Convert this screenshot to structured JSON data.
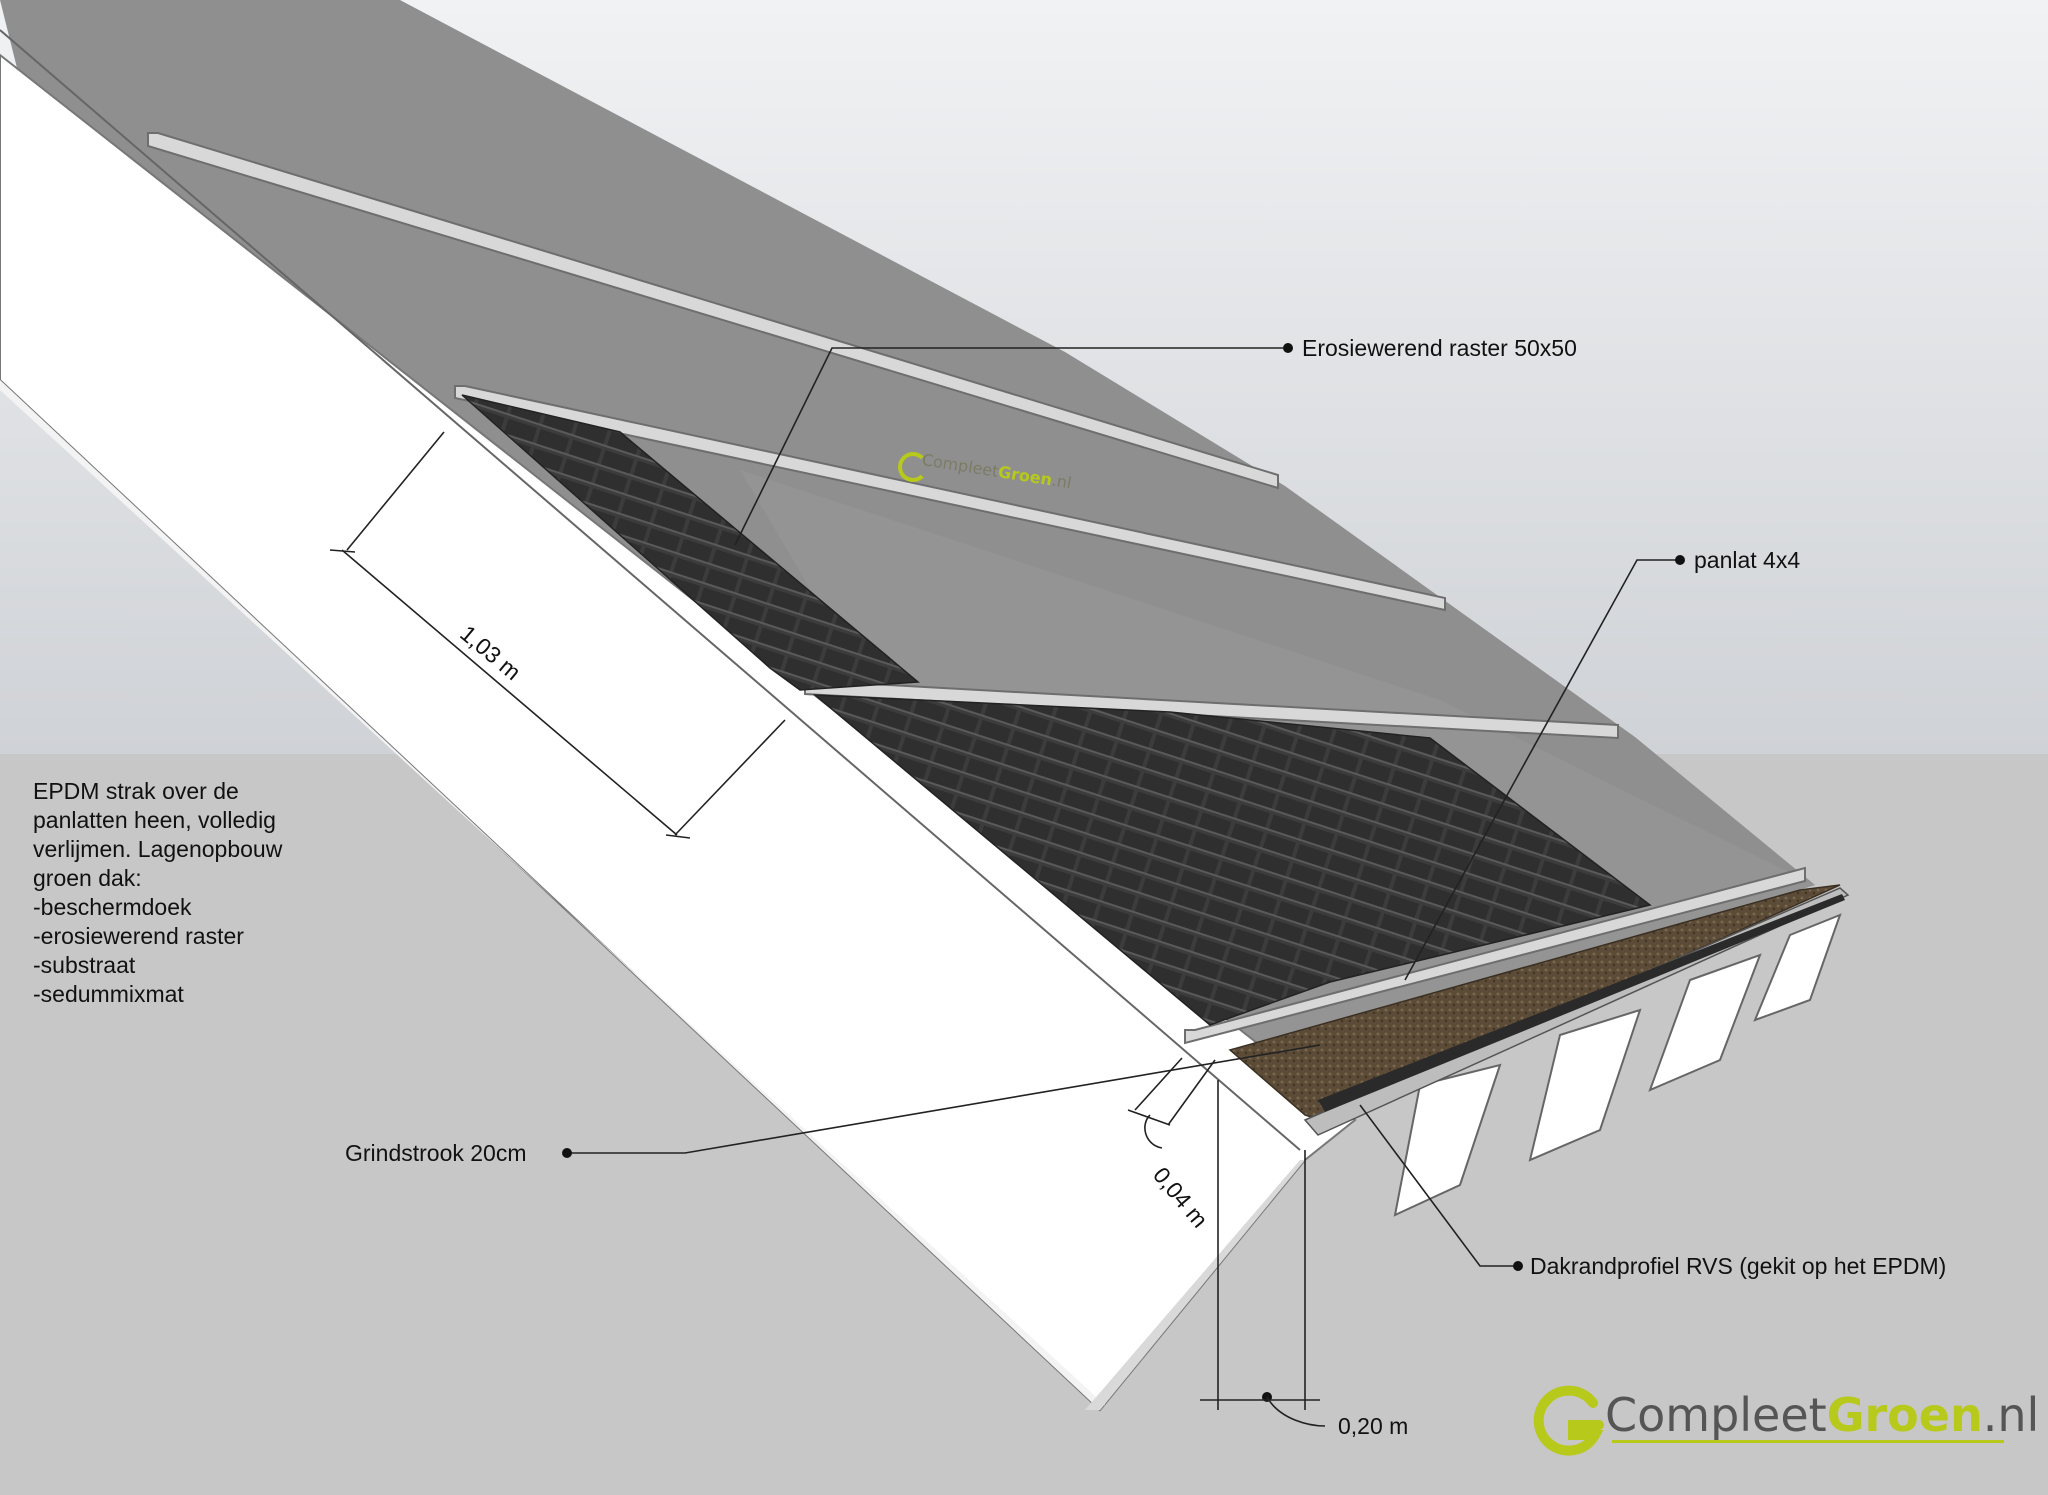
{
  "callouts": {
    "erosion_grid": "Erosiewerend raster 50x50",
    "batten": "panlat 4x4",
    "gravel_strip": "Grindstrook 20cm",
    "edge_profile": "Dakrandprofiel RVS (gekit op het EPDM)"
  },
  "description_lines": [
    "EPDM strak over de",
    "panlatten heen, volledig",
    "verlijmen. Lagenopbouw",
    "groen dak:",
    "-beschermdoek",
    "-erosiewerend raster",
    "-substraat",
    "-sedummixmat"
  ],
  "dimensions": {
    "width": "1,03 m",
    "batten_height": "0,04 m",
    "gravel_width": "0,20 m"
  },
  "brand": {
    "part1": "Compleet",
    "part2": "Groen",
    "part3": ".nl"
  },
  "watermark": {
    "part1": "Compleet",
    "part2": "Groen",
    "part3": ".nl"
  },
  "colors": {
    "accent": "#b7c91a",
    "roof": "#8d8d8d",
    "tiles": "#3a3a3a",
    "gravel": "#5a4a36",
    "background": "#c7c7c7"
  }
}
